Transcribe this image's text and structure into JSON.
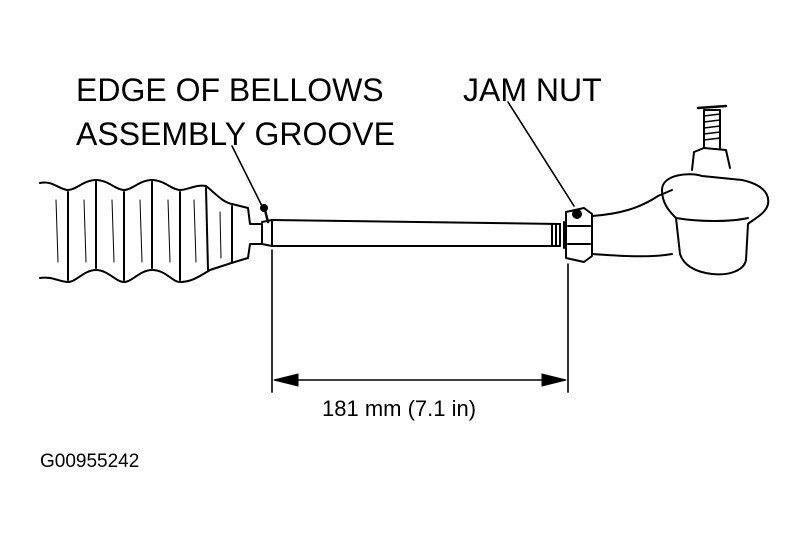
{
  "diagram": {
    "labels": {
      "bellows_edge_line1": "EDGE OF BELLOWS",
      "bellows_edge_line2": "ASSEMBLY GROOVE",
      "jam_nut": "JAM NUT",
      "dimension": "181 mm (7.1 in)",
      "figure_id": "G00955242"
    },
    "colors": {
      "ink": "#000000",
      "background": "#ffffff"
    }
  }
}
